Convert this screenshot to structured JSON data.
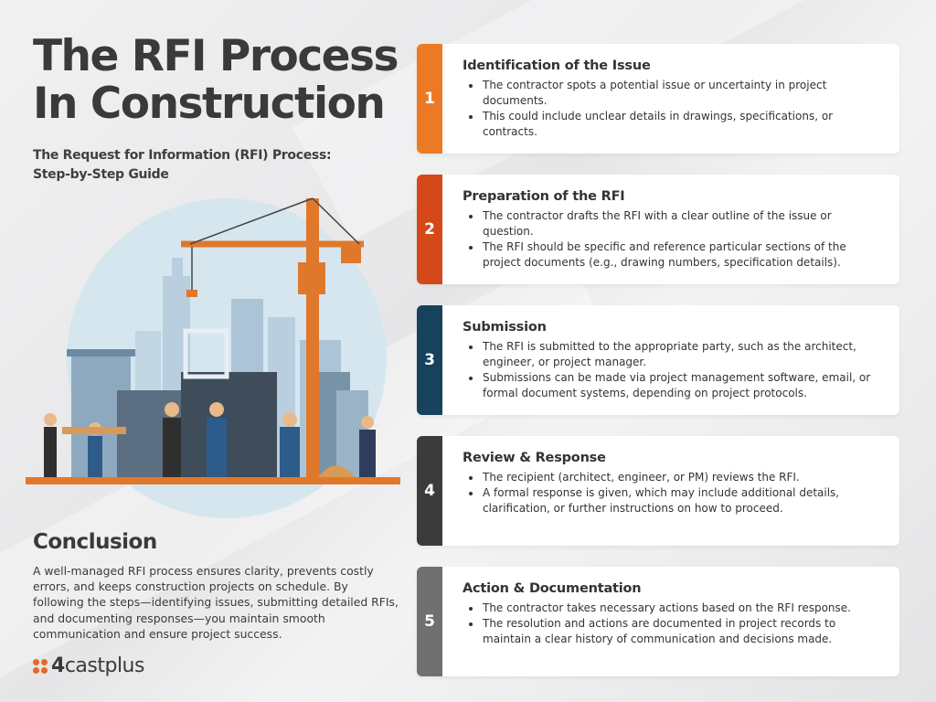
{
  "header": {
    "title_line1": "The RFI Process",
    "title_line2": "In Construction",
    "subtitle_line1": "The Request for Information (RFI) Process:",
    "subtitle_line2": "Step-by-Step Guide"
  },
  "steps": [
    {
      "number": "1",
      "color": "#ec7a24",
      "title": "Identification of the Issue",
      "bullets": [
        "The contractor spots a potential issue or uncertainty in project documents.",
        "This could include unclear details in drawings, specifications, or contracts."
      ]
    },
    {
      "number": "2",
      "color": "#d4481a",
      "title": "Preparation of the RFI",
      "bullets": [
        "The contractor drafts the RFI with a clear outline of the issue or question.",
        "The RFI should be specific and reference particular sections of the project documents (e.g., drawing numbers, specification details)."
      ]
    },
    {
      "number": "3",
      "color": "#16425b",
      "title": "Submission",
      "bullets": [
        "The RFI is submitted to the appropriate party, such as the architect, engineer, or project manager.",
        "Submissions can be made via project management software, email, or formal document systems, depending on project protocols."
      ]
    },
    {
      "number": "4",
      "color": "#3b3b3b",
      "title": "Review & Response",
      "bullets": [
        "The recipient (architect, engineer, or PM) reviews the RFI.",
        "A formal response is given, which may include additional details, clarification, or further instructions on how to proceed."
      ]
    },
    {
      "number": "5",
      "color": "#707070",
      "title": "Action & Documentation",
      "bullets": [
        "The contractor takes necessary actions based on the RFI response.",
        "The resolution and actions are documented in project records to maintain a clear history of communication and decisions made."
      ]
    }
  ],
  "conclusion": {
    "heading": "Conclusion",
    "text": "A well-managed RFI process ensures clarity, prevents costly errors, and keeps construction projects on schedule. By following the steps—identifying issues, submitting detailed RFIs, and documenting responses—you maintain smooth communication and ensure project success."
  },
  "logo": {
    "prefix": "4",
    "name": "castplus",
    "color": "#e8682a"
  }
}
